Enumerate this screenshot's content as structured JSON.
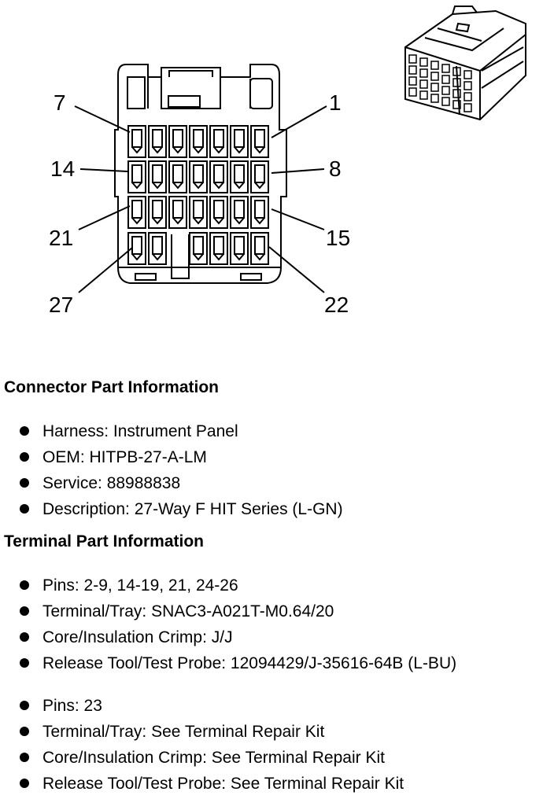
{
  "connector": {
    "pin_labels": [
      {
        "key": "p7",
        "text": "7"
      },
      {
        "key": "p1",
        "text": "1"
      },
      {
        "key": "p14",
        "text": "14"
      },
      {
        "key": "p8",
        "text": "8"
      },
      {
        "key": "p21",
        "text": "21"
      },
      {
        "key": "p15",
        "text": "15"
      },
      {
        "key": "p27",
        "text": "27"
      },
      {
        "key": "p22",
        "text": "22"
      }
    ]
  },
  "connector_info": {
    "title": "Connector Part Information",
    "items": [
      "Harness: Instrument Panel",
      "OEM: HITPB-27-A-LM",
      "Service: 88988838",
      "Description: 27-Way F HIT Series (L-GN)"
    ]
  },
  "terminal_info": {
    "title": "Terminal Part Information",
    "groups": [
      {
        "items": [
          "Pins: 2-9, 14-19, 21, 24-26",
          "Terminal/Tray: SNAC3-A021T-M0.64/20",
          "Core/Insulation Crimp: J/J",
          "Release Tool/Test Probe: 12094429/J-35616-64B (L-BU)"
        ]
      },
      {
        "items": [
          "Pins: 23",
          "Terminal/Tray: See Terminal Repair Kit",
          "Core/Insulation Crimp: See Terminal Repair Kit",
          "Release Tool/Test Probe: See Terminal Repair Kit"
        ]
      }
    ]
  }
}
